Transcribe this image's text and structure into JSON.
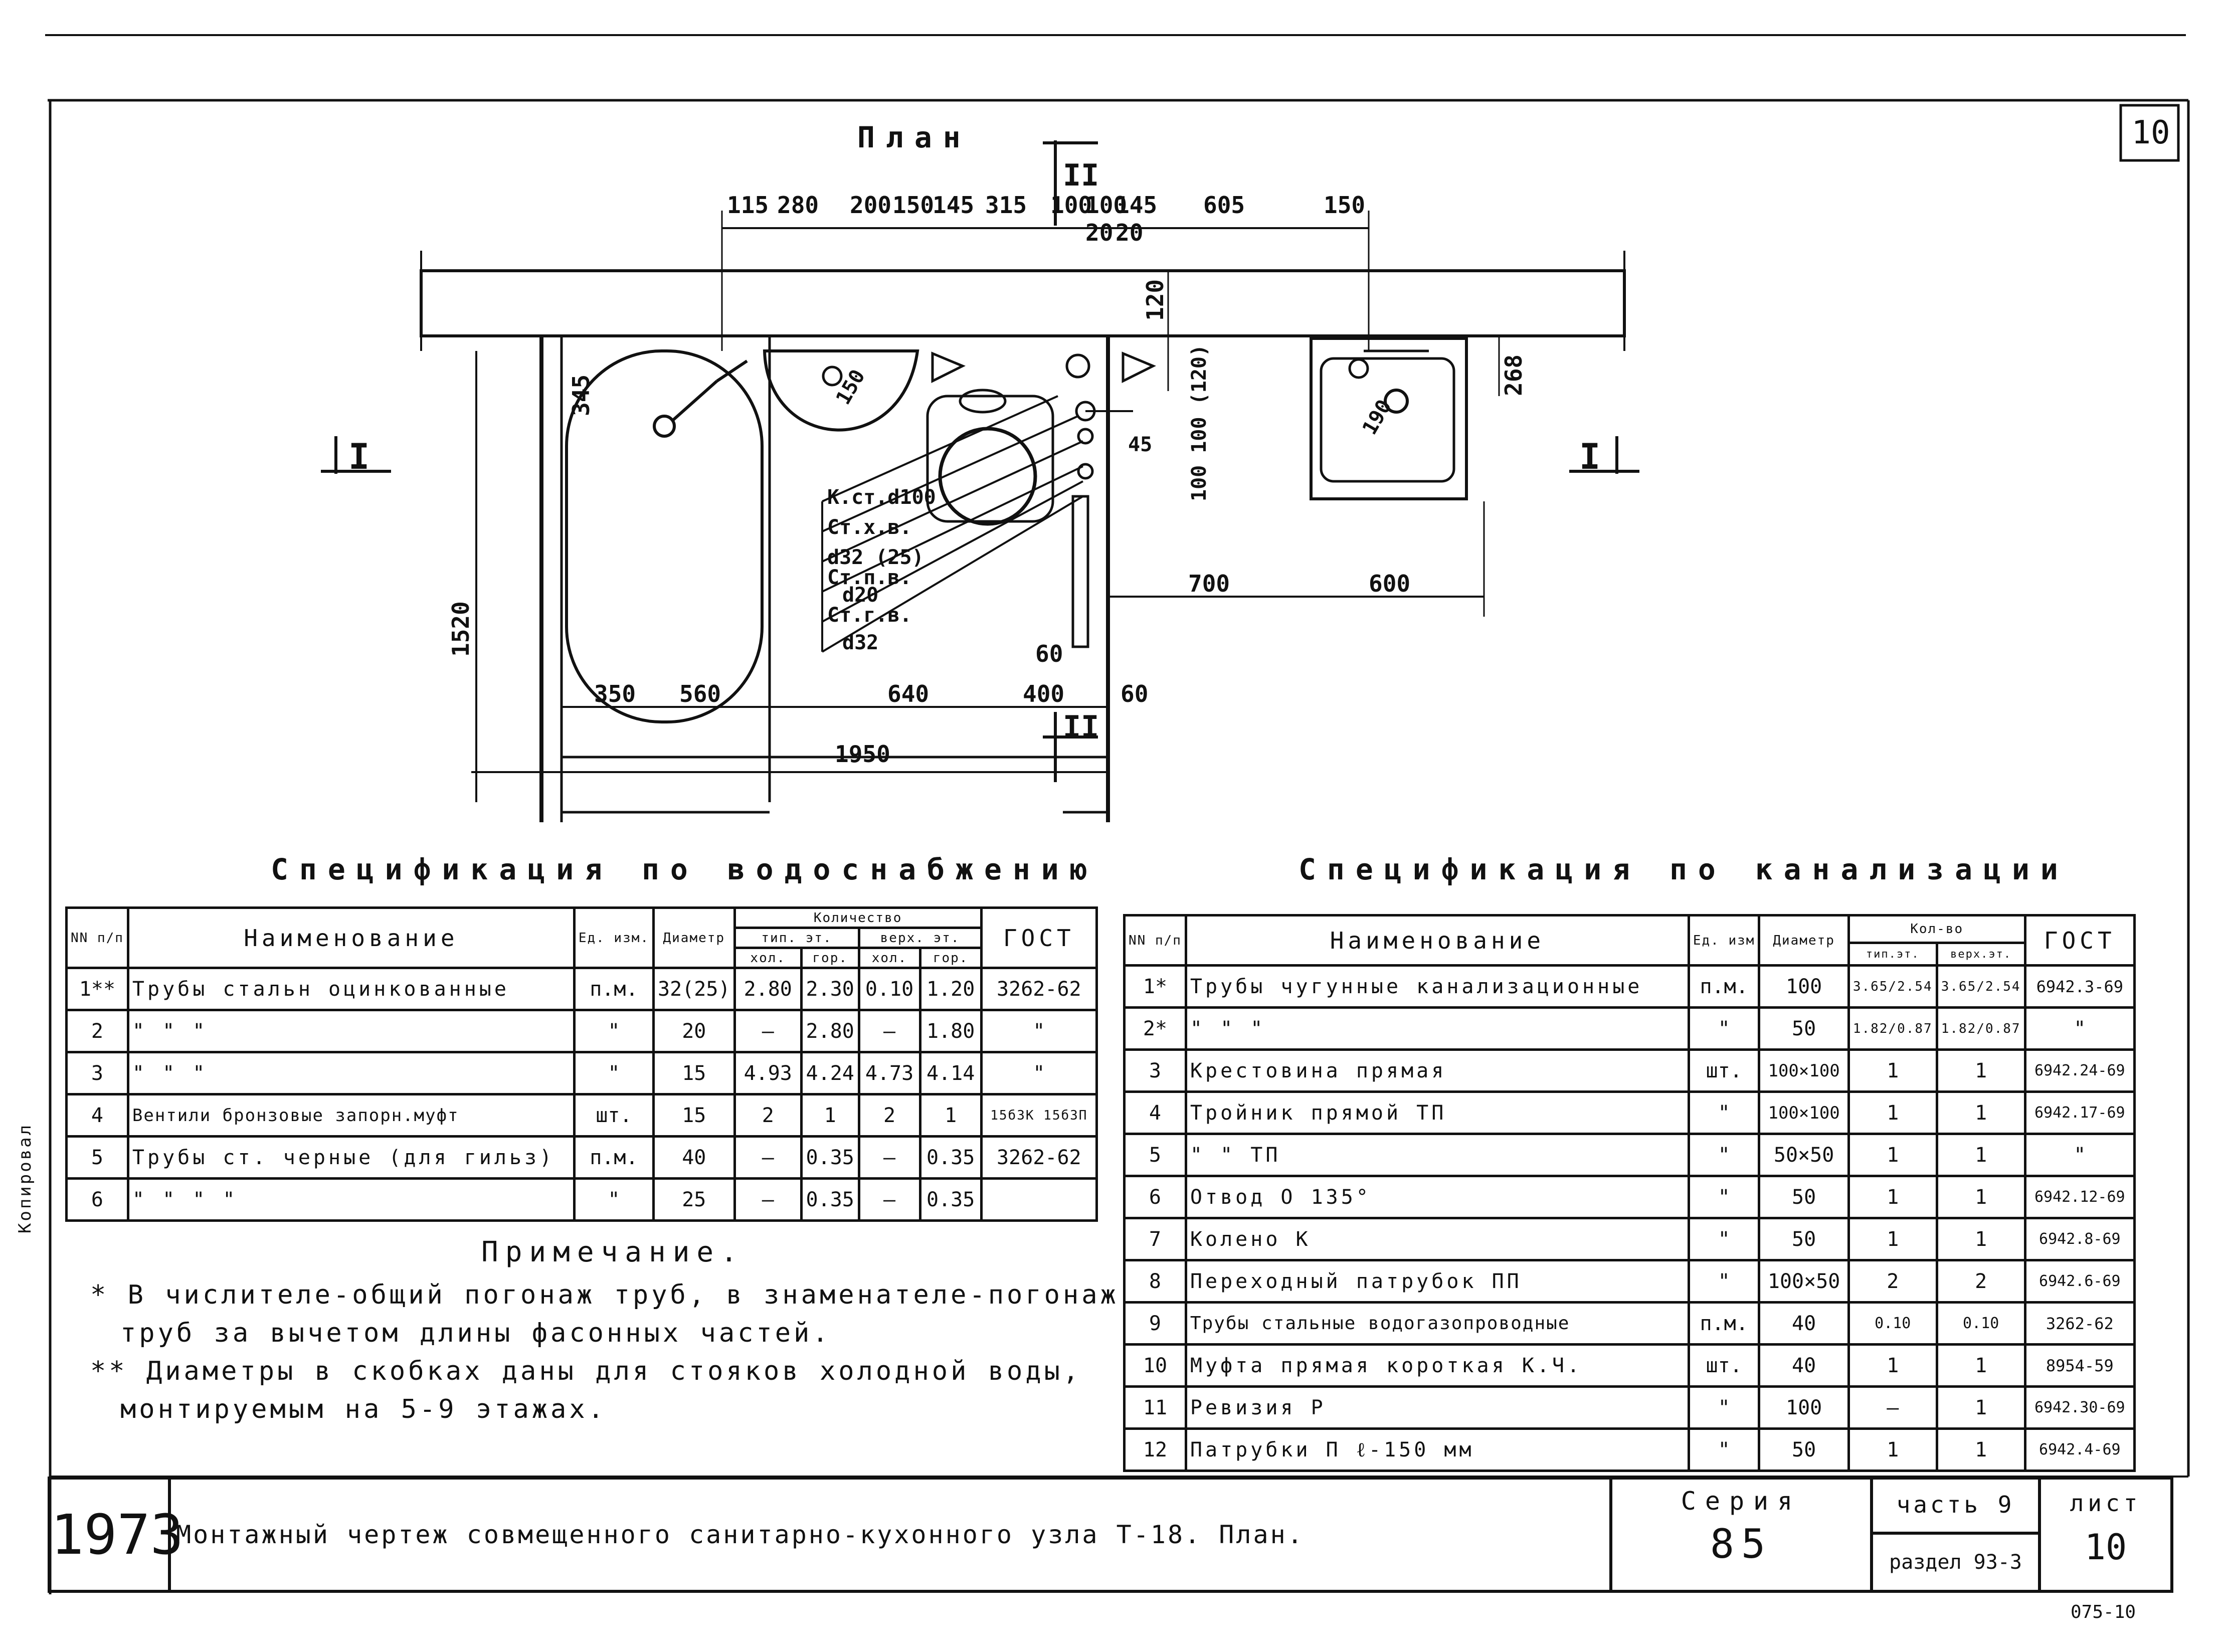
{
  "sheet_corner_number": "10",
  "plan": {
    "title": "План",
    "section_mark_top": "II",
    "section_mark_bottom": "II",
    "section_mark_left": "I",
    "section_mark_right": "I",
    "top_dims": [
      "115",
      "280",
      "200",
      "150",
      "145",
      "315",
      "100",
      "100",
      "145",
      "605",
      "150"
    ],
    "small_dims": [
      "20",
      "20"
    ],
    "dim_120": "120",
    "dim_268": "268",
    "dim_345": "345",
    "dim_1520": "1520",
    "dim_100_100_120": "100 100 (120)",
    "dim_45": "45",
    "dim_150": "150",
    "dim_190": "190",
    "dim_700": "700",
    "dim_600": "600",
    "dim_60a": "60",
    "dim_60b": "60",
    "bottom_dims": [
      "350",
      "560",
      "640",
      "400"
    ],
    "dim_1950": "1950",
    "leaders": [
      "К.ст.d100",
      "Ст.х.в.",
      "d32 (25)",
      "Ст.п.в.",
      "d20",
      "Ст.г.в.",
      "d32"
    ]
  },
  "water_spec": {
    "title": "Спецификация по водоснабжению",
    "headers": {
      "num": "NN п/п",
      "name": "Наименование",
      "unit": "Ед. изм.",
      "diam": "Диаметр",
      "qty": "Количество",
      "typ": "тип. эт.",
      "top": "верх. эт.",
      "cold": "хол.",
      "hot": "гор.",
      "gost": "ГОСТ"
    },
    "rows": [
      {
        "n": "1**",
        "name": "Трубы стальн оцинкованные",
        "unit": "п.м.",
        "diam": "32(25)",
        "tc": "2.80",
        "th": "2.30",
        "uc": "0.10",
        "uh": "1.20",
        "gost": "3262-62"
      },
      {
        "n": "2",
        "name": "\"         \"          \"",
        "unit": "\"",
        "diam": "20",
        "tc": "—",
        "th": "2.80",
        "uc": "—",
        "uh": "1.80",
        "gost": "\""
      },
      {
        "n": "3",
        "name": "\"         \"          \"",
        "unit": "\"",
        "diam": "15",
        "tc": "4.93",
        "th": "4.24",
        "uc": "4.73",
        "uh": "4.14",
        "gost": "\""
      },
      {
        "n": "4",
        "name": "Вентили бронзовые запорн.муфт",
        "unit": "шт.",
        "diam": "15",
        "tc": "2",
        "th": "1",
        "uc": "2",
        "uh": "1",
        "gost": "15б3К 15б3П"
      },
      {
        "n": "5",
        "name": "Трубы ст. черные (для гильз)",
        "unit": "п.м.",
        "diam": "40",
        "tc": "—",
        "th": "0.35",
        "uc": "—",
        "uh": "0.35",
        "gost": "3262-62"
      },
      {
        "n": "6",
        "name": "\"      \"      \"          \"",
        "unit": "\"",
        "diam": "25",
        "tc": "—",
        "th": "0.35",
        "uc": "—",
        "uh": "0.35",
        "gost": ""
      }
    ]
  },
  "notes": {
    "title": "Примечание.",
    "lines": [
      "* В числителе-общий погонаж труб, в знаменателе-погонаж",
      "труб за вычетом длины фасонных частей.",
      "** Диаметры в скобках даны для стояков холодной воды,",
      "монтируемым на 5-9 этажах."
    ]
  },
  "sewer_spec": {
    "title": "Спецификация по канализации",
    "headers": {
      "num": "NN п/п",
      "name": "Наименование",
      "unit": "Ед. изм",
      "diam": "Диаметр",
      "qty": "Кол-во",
      "typ": "тип.эт.",
      "top": "верх.эт.",
      "gost": "ГОСТ"
    },
    "rows": [
      {
        "n": "1*",
        "name": "Трубы чугунные канализационные",
        "unit": "п.м.",
        "diam": "100",
        "t": "3.65/2.54",
        "u": "3.65/2.54",
        "gost": "6942.3-69"
      },
      {
        "n": "2*",
        "name": "\"           \"              \"",
        "unit": "\"",
        "diam": "50",
        "t": "1.82/0.87",
        "u": "1.82/0.87",
        "gost": "\""
      },
      {
        "n": "3",
        "name": "Крестовина прямая",
        "unit": "шт.",
        "diam": "100×100",
        "t": "1",
        "u": "1",
        "gost": "6942.24-69"
      },
      {
        "n": "4",
        "name": "Тройник прямой ТП",
        "unit": "\"",
        "diam": "100×100",
        "t": "1",
        "u": "1",
        "gost": "6942.17-69"
      },
      {
        "n": "5",
        "name": "\"        \"     ТП",
        "unit": "\"",
        "diam": "50×50",
        "t": "1",
        "u": "1",
        "gost": "\""
      },
      {
        "n": "6",
        "name": "Отвод О 135°",
        "unit": "\"",
        "diam": "50",
        "t": "1",
        "u": "1",
        "gost": "6942.12-69"
      },
      {
        "n": "7",
        "name": "Колено К",
        "unit": "\"",
        "diam": "50",
        "t": "1",
        "u": "1",
        "gost": "6942.8-69"
      },
      {
        "n": "8",
        "name": "Переходный патрубок ПП",
        "unit": "\"",
        "diam": "100×50",
        "t": "2",
        "u": "2",
        "gost": "6942.6-69"
      },
      {
        "n": "9",
        "name": "Трубы стальные водогазопроводные",
        "unit": "п.м.",
        "diam": "40",
        "t": "0.10",
        "u": "0.10",
        "gost": "3262-62"
      },
      {
        "n": "10",
        "name": "Муфта прямая короткая К.Ч.",
        "unit": "шт.",
        "diam": "40",
        "t": "1",
        "u": "1",
        "gost": "8954-59"
      },
      {
        "n": "11",
        "name": "Ревизия Р",
        "unit": "\"",
        "diam": "100",
        "t": "—",
        "u": "1",
        "gost": "6942.30-69"
      },
      {
        "n": "12",
        "name": "Патрубки П ℓ-150 мм",
        "unit": "\"",
        "diam": "50",
        "t": "1",
        "u": "1",
        "gost": "6942.4-69"
      }
    ]
  },
  "title_block": {
    "year": "1973",
    "title": "Монтажный чертеж совмещенного санитарно-кухонного узла Т-18. План.",
    "series_label": "Серия",
    "series_value": "85",
    "part_label": "часть 9",
    "section_label": "раздел 93-3",
    "sheet_label": "лист",
    "sheet_value": "10"
  },
  "side_stamp": "Копировал",
  "footer_code": "075-10"
}
